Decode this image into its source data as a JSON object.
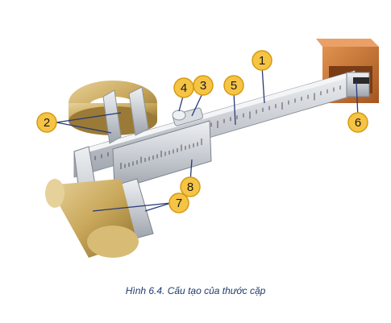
{
  "caption": "Hình 6.4. Cấu tạo của thước cặp",
  "callouts": [
    {
      "number": "1"
    },
    {
      "number": "2"
    },
    {
      "number": "3"
    },
    {
      "number": "4"
    },
    {
      "number": "5"
    },
    {
      "number": "6"
    },
    {
      "number": "7"
    },
    {
      "number": "8"
    }
  ],
  "colors": {
    "callout_fill": "#f6c445",
    "callout_stroke": "#d59a10",
    "leader": "#2a3a7a",
    "steel": "#cfd3d9",
    "brass": "#c9a85b",
    "wood": "#c8733a",
    "caption": "#1f3b6a"
  }
}
